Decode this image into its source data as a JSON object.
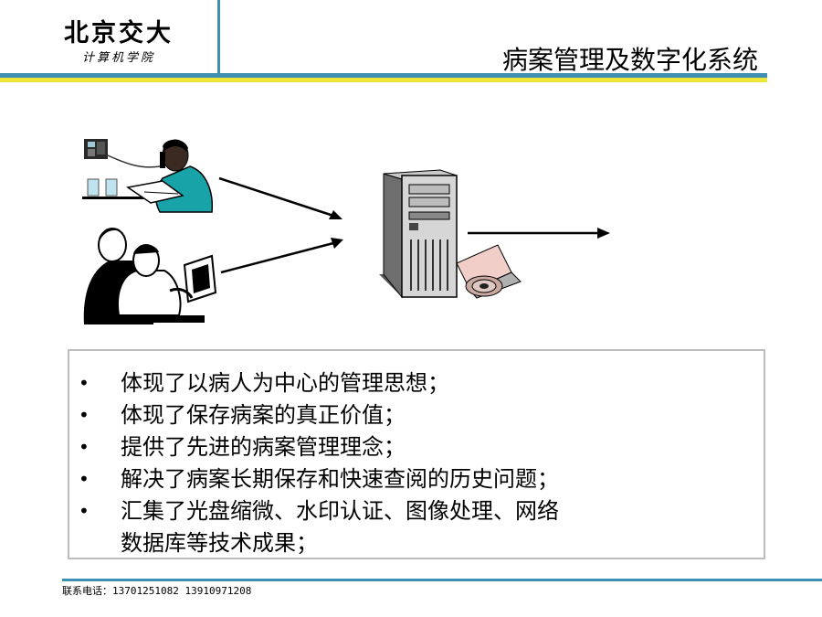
{
  "header": {
    "logo_main": "北京交大",
    "logo_sub": "计算机学院",
    "title": "病案管理及数字化系统"
  },
  "bullets": [
    "体现了以病人为中心的管理思想；",
    "体现了保存病案的真正价值；",
    "提供了先进的病案管理理念；",
    "解决了病案长期保存和快速查阅的历史问题；",
    "汇集了光盘缩微、水印认证、图像处理、网络\n数据库等技术成果；"
  ],
  "bullet_symbol": "•",
  "footer": {
    "contact": "联系电话：13701251082 13910971208"
  },
  "colors": {
    "accent_blue": "#3f8fb3",
    "accent_yellow": "#efe63a",
    "box_border": "#bdbdbd"
  },
  "icons": [
    "phone-icon",
    "doctor-on-phone-icon",
    "doctors-reviewing-xray-icon",
    "server-tower-icon",
    "optical-disc-icon",
    "arrow-icon"
  ]
}
